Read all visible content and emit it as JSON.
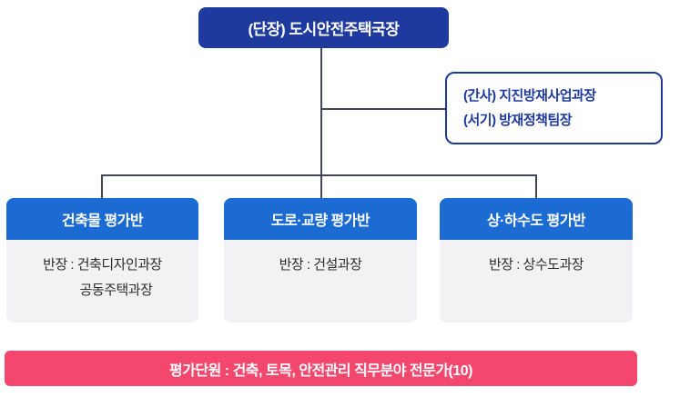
{
  "colors": {
    "leader_navy": "#1e3a9e",
    "team_blue": "#1c6bd3",
    "footer_pink": "#f4476e",
    "body_gray": "#f2f2f4",
    "connector": "#45455a"
  },
  "leader": {
    "label": "(단장) 도시안전주택국장"
  },
  "secretary": {
    "lines": [
      "(간사) 지진방재사업과장",
      "(서기) 방재정책팀장"
    ]
  },
  "branches": [
    {
      "header": "건축물 평가반",
      "body_lines": [
        "반장 : 건축디자인과장",
        "공동주택과장"
      ]
    },
    {
      "header": "도로·교량 평가반",
      "body_lines": [
        "반장 : 건설과장"
      ]
    },
    {
      "header": "상·하수도 평가반",
      "body_lines": [
        "반장 : 상수도과장"
      ]
    }
  ],
  "footer": {
    "label": "평가단원 : 건축, 토목, 안전관리 직무분야 전문가(10)"
  }
}
